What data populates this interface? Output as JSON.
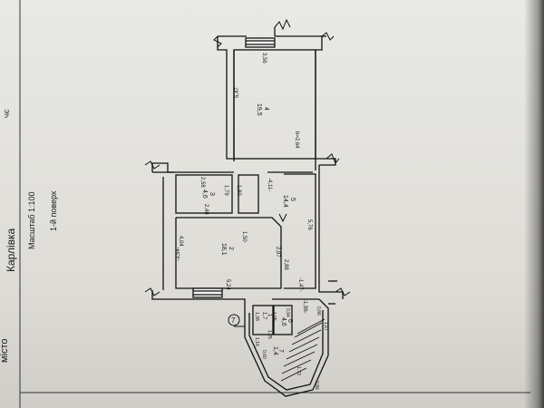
{
  "header": {
    "city_label": "місто",
    "city_name": "Карлівка",
    "scale": "Масштаб 1:100",
    "floor": "1-й поверх"
  },
  "rooms": [
    {
      "id": "room-1",
      "number": "1",
      "area": "1,7"
    },
    {
      "id": "room-2",
      "number": "2",
      "area": "18,1"
    },
    {
      "id": "room-3",
      "number": "3",
      "area": "4,6"
    },
    {
      "id": "room-4",
      "number": "4",
      "area": "19,5"
    },
    {
      "id": "room-5",
      "number": "5",
      "area": "14,4"
    },
    {
      "id": "room-6",
      "number": "6",
      "area": "4,6"
    },
    {
      "id": "room-7",
      "number": "7",
      "area": "1,4"
    }
  ],
  "dimensions": {
    "d_547": "5,47",
    "d_356": "3,56",
    "h_264": "h=2,64",
    "d_411": "-4,11-",
    "d_258": "2,58",
    "d_179": "1,79",
    "d_180": "1,80",
    "d_248": "2,48",
    "d_404": "4,04",
    "d_150": "1,50",
    "d_576": "5,76",
    "d_354": "-3,54-",
    "d_288": "2,88",
    "d_297": "2,97",
    "d_524": "5,24",
    "d_147": "-1,47-",
    "d_196": "-1,96-",
    "d_138": "1,38",
    "d_116": "1,16",
    "d_125": "1,25",
    "d_105": "1,05",
    "d_094": "0,94",
    "d_086a": "0,86",
    "d_167": "1,67",
    "d_086b": "0,86",
    "d_060": "0,60",
    "d_173": "1,73"
  },
  "marker": {
    "number": "7"
  },
  "stray": {
    "top_label": "ЧЄ"
  }
}
